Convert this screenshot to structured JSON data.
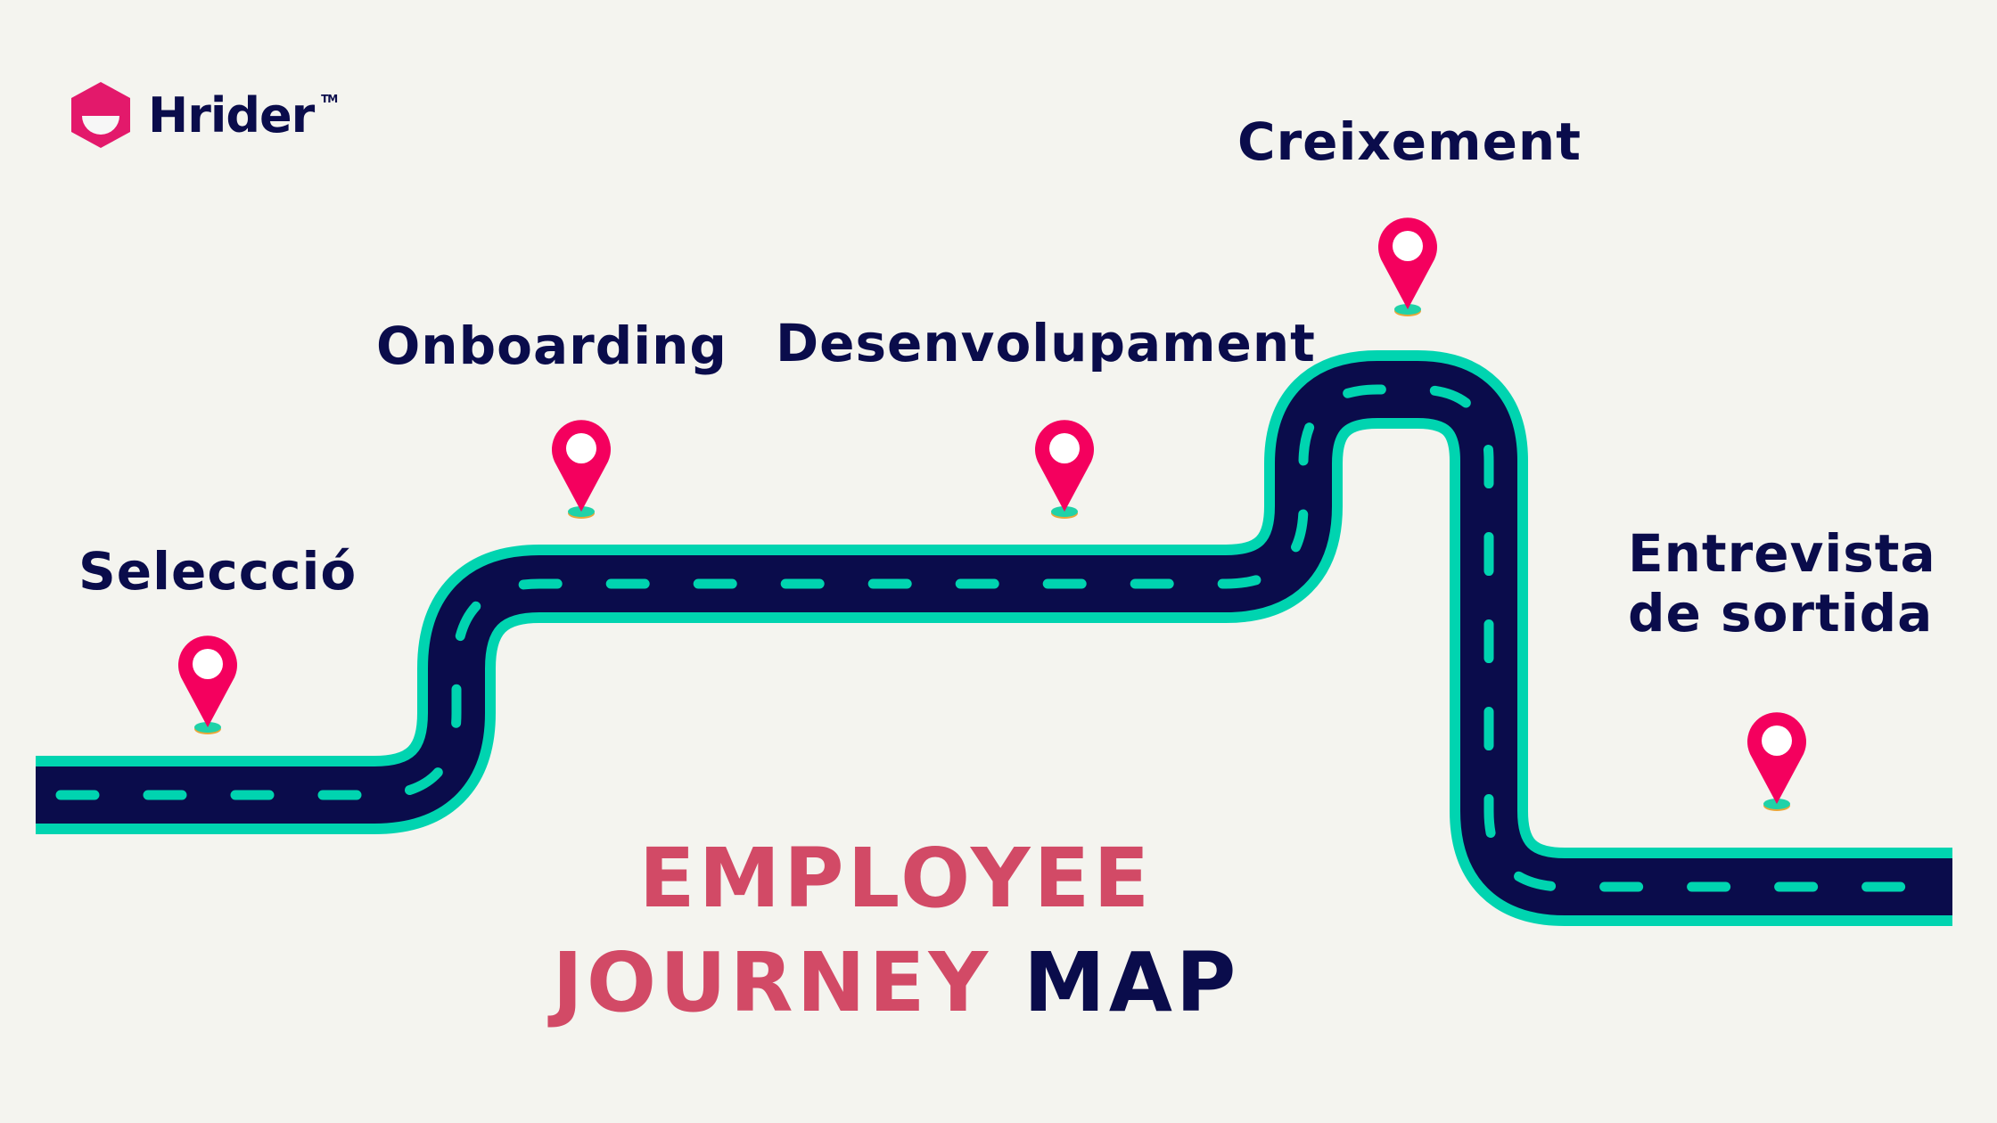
{
  "brand": {
    "name": "Hrider",
    "trademark": "TM",
    "logo_icon": "hexagon-smile-icon",
    "logo_color": "#e3196b"
  },
  "colors": {
    "background": "#f4f4ef",
    "road": "#0a0c4b",
    "road_edge": "#00d4b0",
    "pin": "#f4005e",
    "pin_base": "#1fd2a8",
    "label_text": "#0a0c4b",
    "title_accent": "#d24a66",
    "title_dark": "#0a0c4b"
  },
  "stages": [
    {
      "id": "seleccio",
      "label": "Seleccció",
      "icon": "map-pin-icon"
    },
    {
      "id": "onboarding",
      "label": "Onboarding",
      "icon": "map-pin-icon"
    },
    {
      "id": "desenvolupament",
      "label": "Desenvolupament",
      "icon": "map-pin-icon"
    },
    {
      "id": "creixement",
      "label": "Creixement",
      "icon": "map-pin-icon"
    },
    {
      "id": "sortida",
      "label_line1": "Entrevista",
      "label_line2": "de sortida",
      "icon": "map-pin-icon"
    }
  ],
  "title": {
    "line1": "EMPLOYEE",
    "line2_accent": "JOURNEY",
    "line2_dark": "MAP"
  }
}
